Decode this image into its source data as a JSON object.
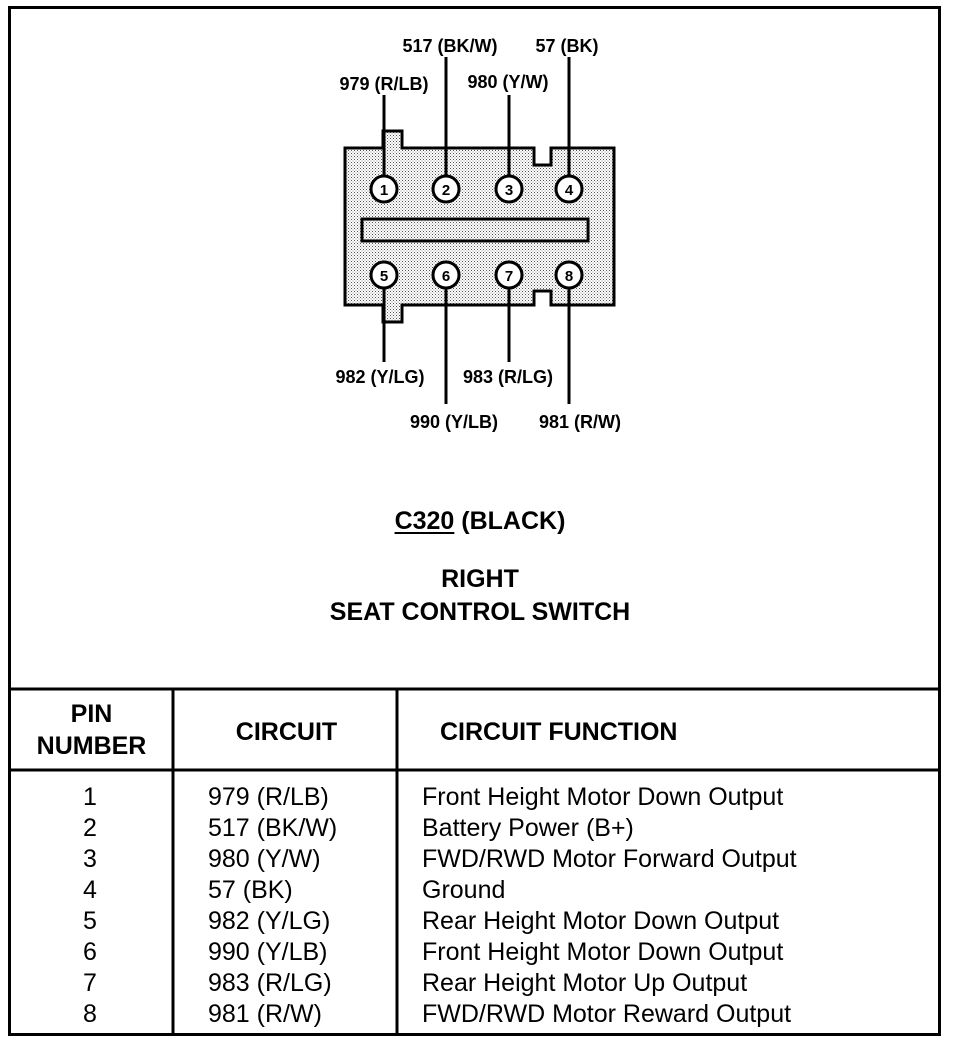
{
  "connector": {
    "id": "C320",
    "color_label": "(BLACK)",
    "component_line1": "RIGHT",
    "component_line2": "SEAT CONTROL SWITCH",
    "pins_top": [
      {
        "num": "1",
        "label": "979 (R/LB)"
      },
      {
        "num": "2",
        "label": "517 (BK/W)"
      },
      {
        "num": "3",
        "label": "980 (Y/W)"
      },
      {
        "num": "4",
        "label": "57 (BK)"
      }
    ],
    "pins_bottom": [
      {
        "num": "5",
        "label": "982 (Y/LG)"
      },
      {
        "num": "6",
        "label": "990 (Y/LB)"
      },
      {
        "num": "7",
        "label": "983 (R/LG)"
      },
      {
        "num": "8",
        "label": "981 (R/W)"
      }
    ]
  },
  "table": {
    "headers": {
      "pin_line1": "PIN",
      "pin_line2": "NUMBER",
      "circuit": "CIRCUIT",
      "function": "CIRCUIT FUNCTION"
    },
    "rows": [
      {
        "pin": "1",
        "circuit": "979 (R/LB)",
        "function": "Front Height Motor Down Output"
      },
      {
        "pin": "2",
        "circuit": "517 (BK/W)",
        "function": "Battery Power (B+)"
      },
      {
        "pin": "3",
        "circuit": "980 (Y/W)",
        "function": "FWD/RWD Motor Forward Output"
      },
      {
        "pin": "4",
        "circuit": "57 (BK)",
        "function": "Ground"
      },
      {
        "pin": "5",
        "circuit": "982 (Y/LG)",
        "function": "Rear Height Motor Down Output"
      },
      {
        "pin": "6",
        "circuit": "990 (Y/LB)",
        "function": "Front Height Motor Down Output"
      },
      {
        "pin": "7",
        "circuit": "983 (R/LG)",
        "function": "Rear Height Motor Up Output"
      },
      {
        "pin": "8",
        "circuit": "981 (R/W)",
        "function": "FWD/RWD Motor Reward Output"
      }
    ]
  }
}
